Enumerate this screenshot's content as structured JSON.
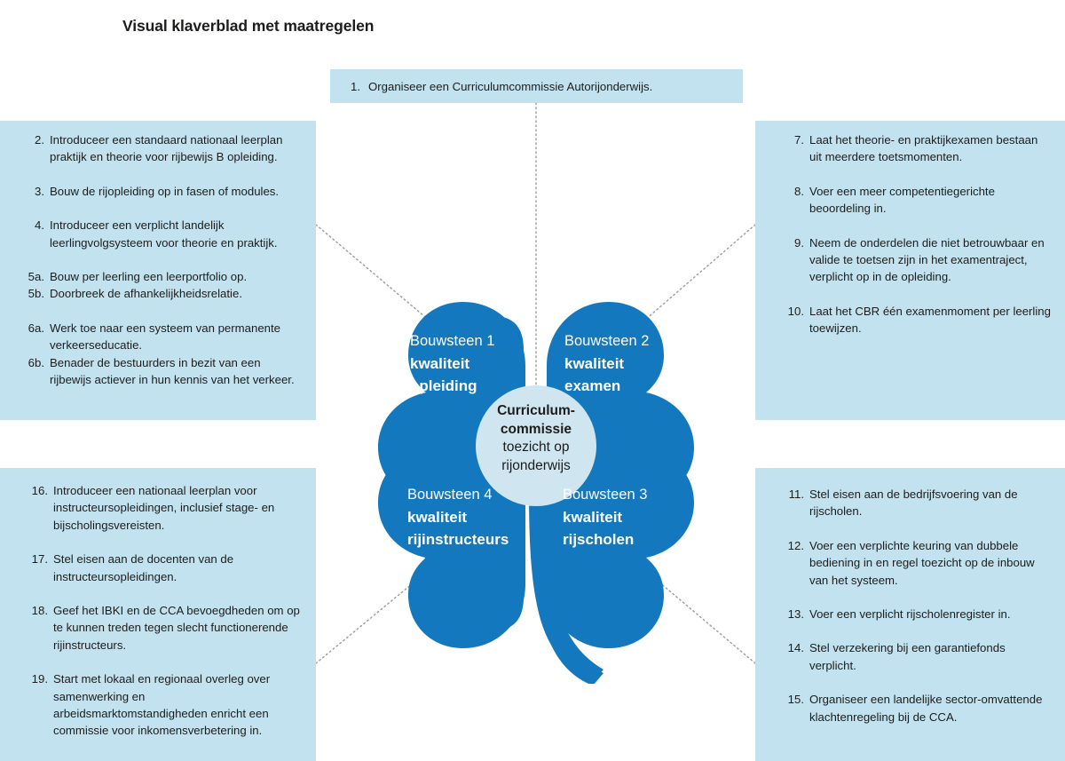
{
  "page": {
    "title": "Visual klaverblad met maatregelen",
    "background": "#ffffff"
  },
  "colors": {
    "panel_background": "#c3e2ef",
    "clover_blue": "#1378be",
    "center_circle": "#cfe5f0",
    "text": "#1d1d1b",
    "leaf_label_text": "#ffffff",
    "connector_line": "#9a9a9a"
  },
  "panels": {
    "top": {
      "name": "measures-top",
      "items": [
        {
          "num": "1.",
          "text": "Organiseer een Curriculumcommissie Autorijonderwijs."
        }
      ]
    },
    "top_left": {
      "name": "measures-top-left",
      "items": [
        {
          "num": "2.",
          "text": "Introduceer een standaard nationaal leerplan praktijk en theorie voor rijbewijs B opleiding."
        },
        {
          "num": "3.",
          "text": "Bouw de rijopleiding op in fasen of modules."
        },
        {
          "num": "4.",
          "text": "Introduceer een verplicht landelijk leerlingvolgsysteem voor theorie en praktijk."
        },
        {
          "num": "5a.",
          "text": "Bouw per leerling een leerportfolio op."
        },
        {
          "num": "5b.",
          "text": "Doorbreek de afhankelijkheidsrelatie."
        },
        {
          "num": "6a.",
          "text": "Werk toe naar een systeem van permanente verkeerseducatie."
        },
        {
          "num": "6b.",
          "text": "Benader de bestuurders in bezit van een rijbewijs actiever in hun kennis van het verkeer."
        }
      ]
    },
    "top_right": {
      "name": "measures-top-right",
      "items": [
        {
          "num": "7.",
          "text": "Laat het theorie- en praktijkexamen bestaan uit meerdere toetsmomenten."
        },
        {
          "num": "8.",
          "text": "Voer een meer competentiegerichte beoordeling in."
        },
        {
          "num": "9.",
          "text": "Neem de onderdelen die niet betrouwbaar en valide te toetsen zijn in het examentraject, verplicht op in de opleiding."
        },
        {
          "num": "10.",
          "text": "Laat het CBR één examenmoment per leerling toewijzen."
        }
      ]
    },
    "bottom_left": {
      "name": "measures-bottom-left",
      "items": [
        {
          "num": "16.",
          "text": "Introduceer een nationaal leerplan voor instructeursopleidingen, inclusief stage- en bijscholingsvereisten."
        },
        {
          "num": "17.",
          "text": "Stel eisen aan de docenten van de instructeursopleidingen."
        },
        {
          "num": "18.",
          "text": "Geef het IBKI en de CCA bevoegdheden om op te kunnen treden tegen slecht functionerende rijinstructeurs."
        },
        {
          "num": "19.",
          "text": "Start met lokaal en regionaal overleg over samenwerking en arbeidsmarktomstandigheden enricht een commissie voor inkomensverbetering in."
        }
      ]
    },
    "bottom_right": {
      "name": "measures-bottom-right",
      "items": [
        {
          "num": "11.",
          "text": "Stel eisen aan de bedrijfsvoering van de rijscholen."
        },
        {
          "num": "12.",
          "text": "Voer een verplichte keuring van dubbele bediening in en regel toezicht op de inbouw van het systeem."
        },
        {
          "num": "13.",
          "text": "Voer een verplicht rijscholenregister in."
        },
        {
          "num": "14.",
          "text": "Stel verzekering bij een garantiefonds verplicht."
        },
        {
          "num": "15.",
          "text": "Organiseer een landelijke sector-omvattende klachtenregeling bij de CCA."
        }
      ]
    }
  },
  "clover": {
    "leaf1": {
      "top": "Bouwsteen 1",
      "main_line1": "kwaliteit",
      "main_line2": "opleiding"
    },
    "leaf2": {
      "top": "Bouwsteen 2",
      "main_line1": "kwaliteit",
      "main_line2": "examen"
    },
    "leaf3": {
      "top": "Bouwsteen 3",
      "main_line1": "kwaliteit",
      "main_line2": "rijscholen"
    },
    "leaf4": {
      "top": "Bouwsteen 4",
      "main_line1": "kwaliteit",
      "main_line2": "rijinstructeurs"
    },
    "center": {
      "bold_line1": "Curriculum-",
      "bold_line2": "commissie",
      "reg_line1": "toezicht op",
      "reg_line2": "rijonderwijs"
    }
  }
}
